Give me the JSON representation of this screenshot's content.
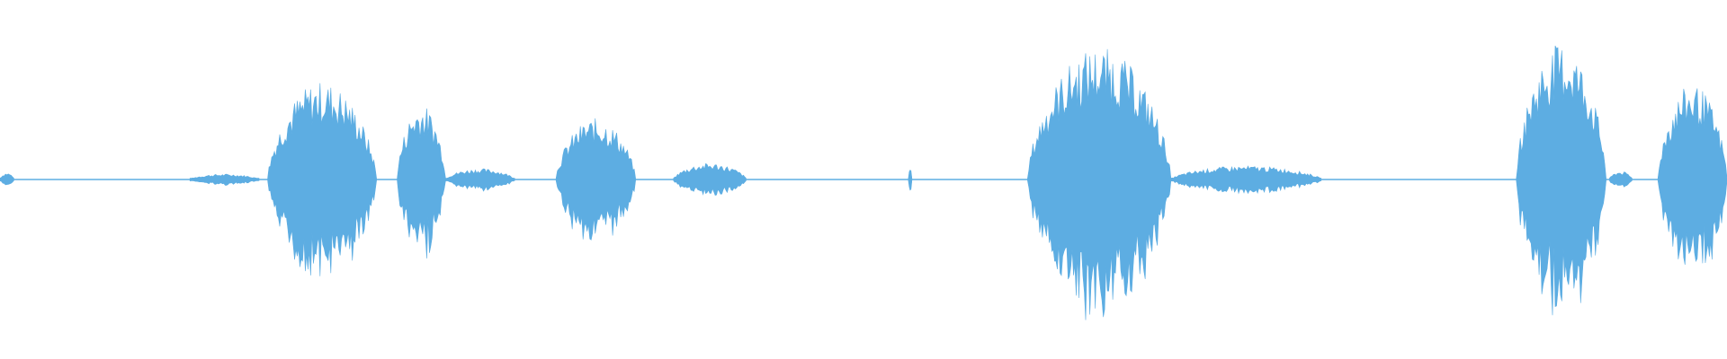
{
  "waveform": {
    "color": "#5DADE2",
    "segments": [
      {
        "start": 0.0,
        "end": 0.008,
        "peak": 0.05
      },
      {
        "start": 0.11,
        "end": 0.15,
        "peak": 0.04
      },
      {
        "start": 0.155,
        "end": 0.218,
        "peak": 0.72
      },
      {
        "start": 0.23,
        "end": 0.258,
        "peak": 0.55
      },
      {
        "start": 0.258,
        "end": 0.298,
        "peak": 0.08
      },
      {
        "start": 0.322,
        "end": 0.368,
        "peak": 0.45
      },
      {
        "start": 0.39,
        "end": 0.432,
        "peak": 0.12
      },
      {
        "start": 0.526,
        "end": 0.528,
        "peak": 0.09
      },
      {
        "start": 0.595,
        "end": 0.678,
        "peak": 0.97
      },
      {
        "start": 0.678,
        "end": 0.765,
        "peak": 0.1
      },
      {
        "start": 0.878,
        "end": 0.93,
        "peak": 1.0
      },
      {
        "start": 0.932,
        "end": 0.945,
        "peak": 0.06
      },
      {
        "start": 0.96,
        "end": 1.0,
        "peak": 0.7
      }
    ]
  }
}
